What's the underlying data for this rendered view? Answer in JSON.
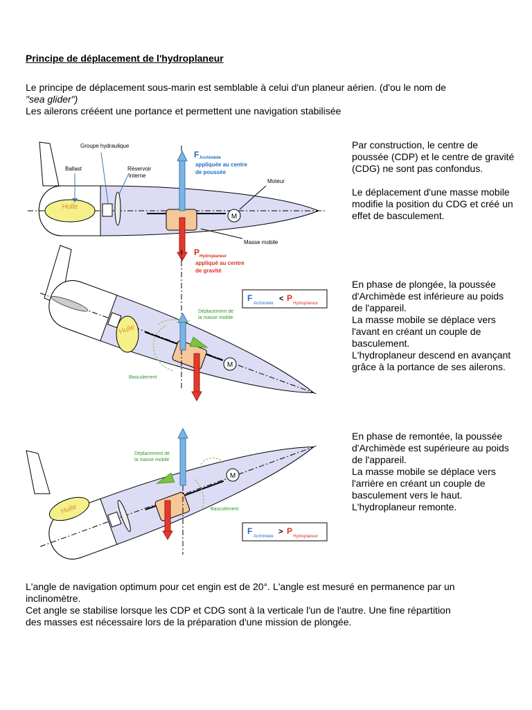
{
  "title": "Principe de déplacement de l'hydroplaneur",
  "intro": {
    "line1": "Le principe de déplacement sous-marin est semblable à celui d'un planeur aérien. (d'ou le nom de",
    "line2": "\"sea glider\")",
    "line3": "Les ailerons crééent une portance et permettent une navigation stabilisée"
  },
  "diagram1": {
    "groupe_hydraulique": "Groupe hydraulique",
    "ballast": "Ballast",
    "reservoir_1": "Réservoir",
    "reservoir_2": "interne",
    "f_letter": "F",
    "f_sub": "Archimède",
    "f_desc_1": "appliquée au centre",
    "f_desc_2": "de poussée",
    "moteur": "Moteur",
    "motor_letter": "M",
    "huile": "Huile",
    "masse_mobile": "Masse mobile",
    "p_letter": "P",
    "p_sub": "Hydroplaneur",
    "p_desc_1": "appliqué au centre",
    "p_desc_2": "de gravité"
  },
  "diagram2": {
    "box_f": "F",
    "box_f_sub": "Archimède",
    "box_op": "<",
    "box_p": "P",
    "box_p_sub": "Hydroplaneur",
    "deplacement_1": "Déplacement de",
    "deplacement_2": "la masse mobile",
    "basculement": "Basculement",
    "huile": "Huile",
    "motor_letter": "M"
  },
  "diagram3": {
    "box_f": "F",
    "box_f_sub": "Archimède",
    "box_op": ">",
    "box_p": "P",
    "box_p_sub": "Hydroplaneur",
    "deplacement_1": "Déplacement de",
    "deplacement_2": "la masse mobile",
    "basculement": "Basculement",
    "huile": "Huile",
    "motor_letter": "M"
  },
  "side1": {
    "p1": "Par construction, le centre de poussée (CDP) et le centre de gravité (CDG) ne sont pas confondus.",
    "p2": "Le déplacement d'une masse mobile modifie la position du CDG et créé un effet de basculement."
  },
  "side2": {
    "p1": "En phase de plongée, la poussée d'Archimède est inférieure au poids de l'appareil.",
    "p2": "La masse mobile se déplace vers l'avant en créant un couple de basculement.",
    "p3": "L'hydroplaneur descend en avançant grâce à la portance de ses ailerons."
  },
  "side3": {
    "p1": "En phase de remontée, la poussée d'Archimède est supérieure au poids de l'appareil.",
    "p2": "La masse mobile se déplace vers l'arrière en créant un couple de basculement vers le haut.",
    "p3": "L'hydroplaneur remonte."
  },
  "bottom": {
    "line1": "L'angle de navigation optimum pour cet engin est de 20°. L'angle est mesuré en permanence par un",
    "line2": "inclinomètre.",
    "line3": "Cet angle se stabilise lorsque les CDP et CDG sont à la verticale l'un de l'autre. Une fine répartition",
    "line4": "des masses est nécessaire lors de la préparation d'une mission de plongée."
  },
  "colors": {
    "hull": "#dcdcf5",
    "oil": "#f5f08a",
    "mass": "#f5c89a",
    "arrow_up": "#7bb4e3",
    "arrow_down": "#e23a2e",
    "arrow_green": "#7cc242",
    "label_blue": "#1f6fc0",
    "label_red": "#d8331f",
    "label_green": "#2a9a2a"
  }
}
